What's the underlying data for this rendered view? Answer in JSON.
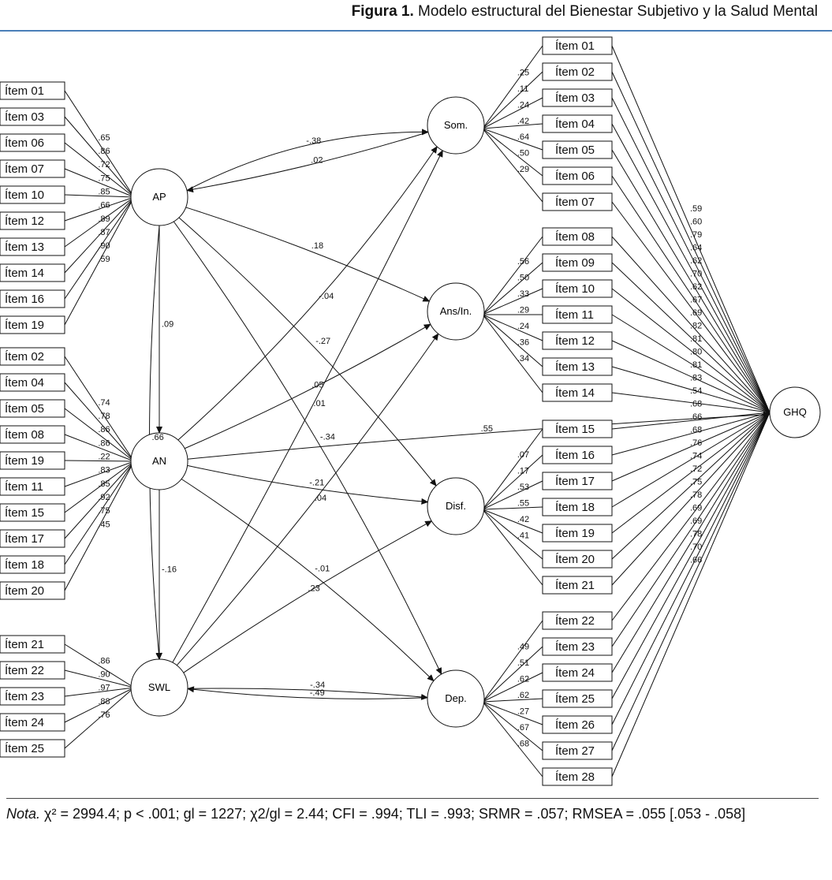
{
  "caption": {
    "label": "Figura 1.",
    "title": "Modelo estructural del Bienestar Subjetivo y la Salud Mental"
  },
  "note": {
    "label": "Nota.",
    "text": "χ² = 2994.4; p < .001; gl = 1227; χ2/gl = 2.44; CFI = .994; TLI = .993; SRMR = .057; RMSEA = .055 [.053 - .058]"
  },
  "latents": [
    {
      "id": "AP",
      "label": "AP"
    },
    {
      "id": "AN",
      "label": "AN"
    },
    {
      "id": "SWL",
      "label": "SWL"
    },
    {
      "id": "Som",
      "label": "Som."
    },
    {
      "id": "Ans",
      "label": "Ans/In."
    },
    {
      "id": "Disf",
      "label": "Disf."
    },
    {
      "id": "Dep",
      "label": "Dep."
    },
    {
      "id": "GHQ",
      "label": "GHQ"
    }
  ],
  "left_indicators": [
    {
      "factor": "AP",
      "items": [
        "Ítem 01",
        "Ítem 03",
        "Ítem 06",
        "Ítem 07",
        "Ítem 10",
        "Ítem 12",
        "Ítem 13",
        "Ítem 14",
        "Ítem 16",
        "Ítem 19"
      ],
      "loadings": [
        ".65",
        ".86",
        ".72",
        ".75",
        ".85",
        ".66",
        ".89",
        ".87",
        ".90",
        ".59"
      ]
    },
    {
      "factor": "AN",
      "items": [
        "Ítem 02",
        "Ítem 04",
        "Ítem 05",
        "Ítem 08",
        "Ítem 19",
        "Ítem 11",
        "Ítem 15",
        "Ítem 17",
        "Ítem 18",
        "Ítem 20"
      ],
      "loadings": [
        ".74",
        ".78",
        ".86",
        ".86",
        ".22",
        ".83",
        ".85",
        ".92",
        ".75",
        ".45"
      ]
    },
    {
      "factor": "SWL",
      "items": [
        "Ítem 21",
        "Ítem 22",
        "Ítem 23",
        "Ítem 24",
        "Ítem 25"
      ],
      "loadings": [
        ".86",
        ".90",
        ".97",
        ".88",
        ".76"
      ]
    }
  ],
  "right_indicators": [
    {
      "factor": "Som",
      "items": [
        "Ítem 01",
        "Ítem 02",
        "Ítem 03",
        "Ítem 04",
        "Ítem 05",
        "Ítem 06",
        "Ítem 07"
      ],
      "loadings": [
        ".25",
        ".11",
        ".24",
        ".42",
        ".64",
        ".50",
        ".29"
      ]
    },
    {
      "factor": "Ans",
      "items": [
        "Ítem 08",
        "Ítem 09",
        "Ítem 10",
        "Ítem 11",
        "Ítem 12",
        "Ítem 13",
        "Ítem 14"
      ],
      "loadings": [
        ".56",
        ".50",
        ".33",
        ".29",
        ".24",
        ".36",
        ".34"
      ]
    },
    {
      "factor": "Disf",
      "items": [
        "Ítem 15",
        "Ítem 16",
        "Ítem 17",
        "Ítem 18",
        "Ítem 19",
        "Ítem 20",
        "Ítem 21"
      ],
      "loadings": [
        ".07",
        ".17",
        ".53",
        ".55",
        ".42",
        ".41"
      ]
    },
    {
      "factor": "Dep",
      "items": [
        "Ítem 22",
        "Ítem 23",
        "Ítem 24",
        "Ítem 25",
        "Ítem 26",
        "Ítem 27",
        "Ítem 28"
      ],
      "loadings": [
        ".49",
        ".51",
        ".62",
        ".62",
        ".27",
        ".67",
        ".68"
      ]
    }
  ],
  "ghq_loadings": [
    ".59",
    ".60",
    ".79",
    ".64",
    ".62",
    ".70",
    ".62",
    ".67",
    ".69",
    ".82",
    ".81",
    ".80",
    ".81",
    ".83",
    ".54",
    ".68",
    ".66",
    ".68",
    ".76",
    ".74",
    ".72",
    ".75",
    ".78",
    ".69",
    ".69",
    ".78",
    ".70",
    ".66"
  ],
  "correlations": [
    {
      "from": "AP",
      "to": "Som",
      "value": "-.38"
    },
    {
      "from": "Som",
      "to": "AP",
      "value": ".02"
    },
    {
      "from": "AP",
      "to": "Ans",
      "value": ".18"
    },
    {
      "from": "AP",
      "to": "AN",
      "value": ".09"
    },
    {
      "from": "AP",
      "to": "SWL",
      "value": ".66"
    },
    {
      "from": "AP",
      "to": "Disf",
      "value": "-.27"
    },
    {
      "from": "AP",
      "to": "Dep",
      "value": "-.34"
    },
    {
      "from": "AN",
      "to": "Som",
      "value": "-.04"
    },
    {
      "from": "AN",
      "to": "Ans",
      "value": ".05"
    },
    {
      "from": "AN",
      "to": "GHQ",
      "value": ".55"
    },
    {
      "from": "AN",
      "to": "Disf",
      "value": "-.21"
    },
    {
      "from": "AN",
      "to": "SWL",
      "value": "-.16"
    },
    {
      "from": "AN",
      "to": "Dep",
      "value": "-.01"
    },
    {
      "from": "SWL",
      "to": "Som",
      "value": ".01"
    },
    {
      "from": "SWL",
      "to": "Ans",
      "value": ".04"
    },
    {
      "from": "SWL",
      "to": "Disf",
      "value": ".23"
    },
    {
      "from": "SWL",
      "to": "Dep",
      "value": "-.34"
    },
    {
      "from": "Dep",
      "to": "SWL",
      "value": "-.49"
    }
  ]
}
